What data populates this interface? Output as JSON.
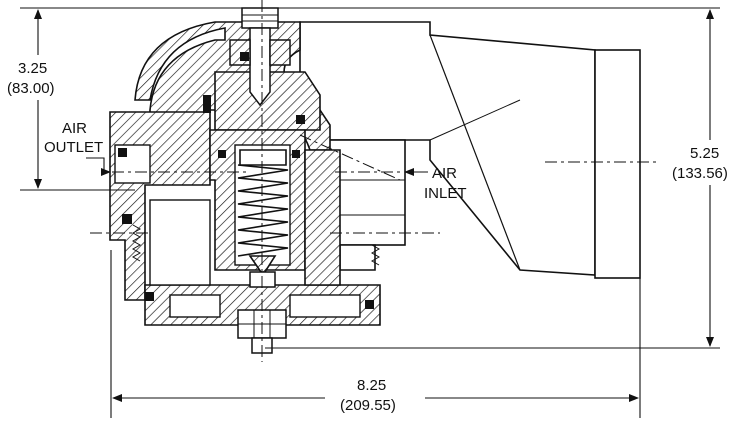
{
  "labels": {
    "air_outlet": [
      "AIR",
      "OUTLET"
    ],
    "air_inlet": [
      "AIR",
      "INLET"
    ]
  },
  "dimensions": {
    "top_height": {
      "in": "3.25",
      "mm": "(83.00)"
    },
    "total_height": {
      "in": "5.25",
      "mm": "(133.56)"
    },
    "width": {
      "in": "8.25",
      "mm": "(209.55)"
    }
  },
  "colors": {
    "line": "#111111",
    "fill": "#ffffff"
  }
}
